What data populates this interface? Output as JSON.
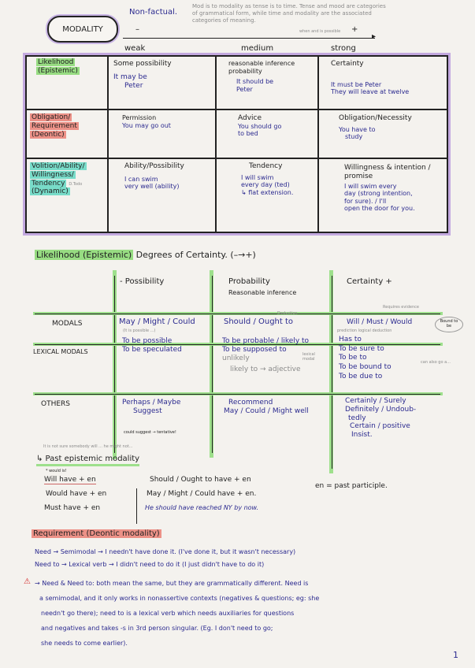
{
  "header": {
    "title": "MODALITY",
    "non_factual": "Non-factual.",
    "note_lines": [
      "Mod is to modality as tense is to time. Tense and mood are categories",
      "of grammatical form, while time and modality are the associated",
      "categories of meaning."
    ],
    "note_small": "when and is possible",
    "scale_minus": "–",
    "scale_plus": "+",
    "scale_labels": [
      "weak",
      "medium",
      "strong"
    ]
  },
  "modality_table": {
    "rows": [
      {
        "category": [
          "Likelihood",
          "(Epistemic)"
        ],
        "highlight": "#97dc82",
        "cells": [
          {
            "title": "Some possibility",
            "example": [
              "It may be",
              "Peter"
            ]
          },
          {
            "title": "reasonable inference probability",
            "example": [
              "It should be",
              "Peter"
            ]
          },
          {
            "title": "Certainty",
            "example": [
              "It must be Peter",
              "They will leave at twelve"
            ]
          }
        ]
      },
      {
        "category": [
          "Obligation/",
          "Requirement",
          "(Deontic)"
        ],
        "highlight": "#ec9187",
        "cells": [
          {
            "title": "Permission",
            "example": [
              "You may go out"
            ]
          },
          {
            "title": "Advice",
            "example": [
              "You should go",
              "to bed"
            ]
          },
          {
            "title": "Obligation/Necessity",
            "example": [
              "You have to",
              "study"
            ]
          }
        ]
      },
      {
        "category": [
          "Volition/Ability/",
          "Willingness/",
          "Tendency",
          "(Dynamic)"
        ],
        "category_note": "D.Todo",
        "highlight": "#78dcc9",
        "cells": [
          {
            "title": "Ability/Possibility",
            "example": [
              "I can swim",
              "very well (ability)"
            ]
          },
          {
            "title": "Tendency",
            "example": [
              "I will swim",
              "every day (ted)",
              "↳ flat extension."
            ]
          },
          {
            "title": "Willingness & intention / promise",
            "example": [
              "I will swim every",
              "day (strong intention,",
              "for sure). / I'll",
              "open the door for you."
            ]
          }
        ]
      }
    ]
  },
  "epistemic": {
    "heading_highlight": "Likelihood (Epistemic)",
    "heading_rest": "Degrees of Certainty. (–→+)",
    "columns": [
      "- Possibility",
      "Probability",
      "Certainty +"
    ],
    "column_sub": [
      "",
      "Reasonable inference",
      ""
    ],
    "certainty_note": "Requires evidence",
    "rows": [
      {
        "label": "MODALS",
        "cells": [
          {
            "lines": [
              "May / Might / Could"
            ],
            "note": "(It is possible ...)"
          },
          {
            "lines": [
              "Should / Ought to"
            ],
            "note": "Deduction"
          },
          {
            "lines": [
              "Will / Must / Would"
            ],
            "note": "prediction  logical  deduction",
            "circle": "Bound to be"
          }
        ]
      },
      {
        "label": "LEXICAL MODALS",
        "cells": [
          {
            "lines": [
              "To be possible",
              "To be speculated"
            ]
          },
          {
            "lines": [
              "To be probable / likely to",
              "To be supposed to",
              "unlikely",
              "likely to → adjective"
            ],
            "note": "lexical modal"
          },
          {
            "lines": [
              "Has to",
              "To be sure to",
              "To be to",
              "To be bound to",
              "To be due to"
            ],
            "note": "can also go a..."
          }
        ]
      },
      {
        "label": "OTHERS",
        "cells": [
          {
            "lines": [
              "Perhaps / Maybe",
              "Suggest"
            ],
            "note": "could suggest → tentative!"
          },
          {
            "lines": [
              "Recommend",
              "May / Could / Might well"
            ]
          },
          {
            "lines": [
              "Certainly / Surely",
              "Definitely / Undoub-",
              "tedly",
              "Certain / positive",
              "Insist."
            ]
          }
        ]
      }
    ],
    "footnote": "It is not sure somebody will ... he might not..."
  },
  "past_epistemic": {
    "heading": "↳ Past epistemic modality",
    "small_note": "* would is!",
    "left": [
      "Will have + en",
      "Would have + en",
      "Must have + en"
    ],
    "right": [
      "Should / Ought to have + en",
      "May / Might / Could have + en."
    ],
    "example": "He should have reached NY by now.",
    "definition": "en = past participle."
  },
  "requirement": {
    "heading": "Requirement (Deontic modality)",
    "lines": [
      "Need → Semimodal → I needn't have done it. (I've done it, but it wasn't necessary)",
      "Need to → Lexical verb → I didn't need to do it (I just didn't have to do it)"
    ],
    "warning_icon": "warning-triangle",
    "note": [
      "→ Need & Need to: both mean the same, but they are grammatically different. Need is",
      "a semimodal, and it only works in nonassertive contexts (negatives & questions; eg: she",
      "needn't go there); need to is a lexical verb which needs auxiliaries for questions",
      "and negatives and takes -s in 3rd person singular. (Eg. I don't need to go;",
      "she needs to come earlier)."
    ]
  },
  "page_number": "1",
  "colors": {
    "ink_blue": "#2b2a8f",
    "purple_border": "#c3a9e0",
    "green": "#97dc82",
    "red": "#ec9187",
    "teal": "#78dcc9"
  }
}
